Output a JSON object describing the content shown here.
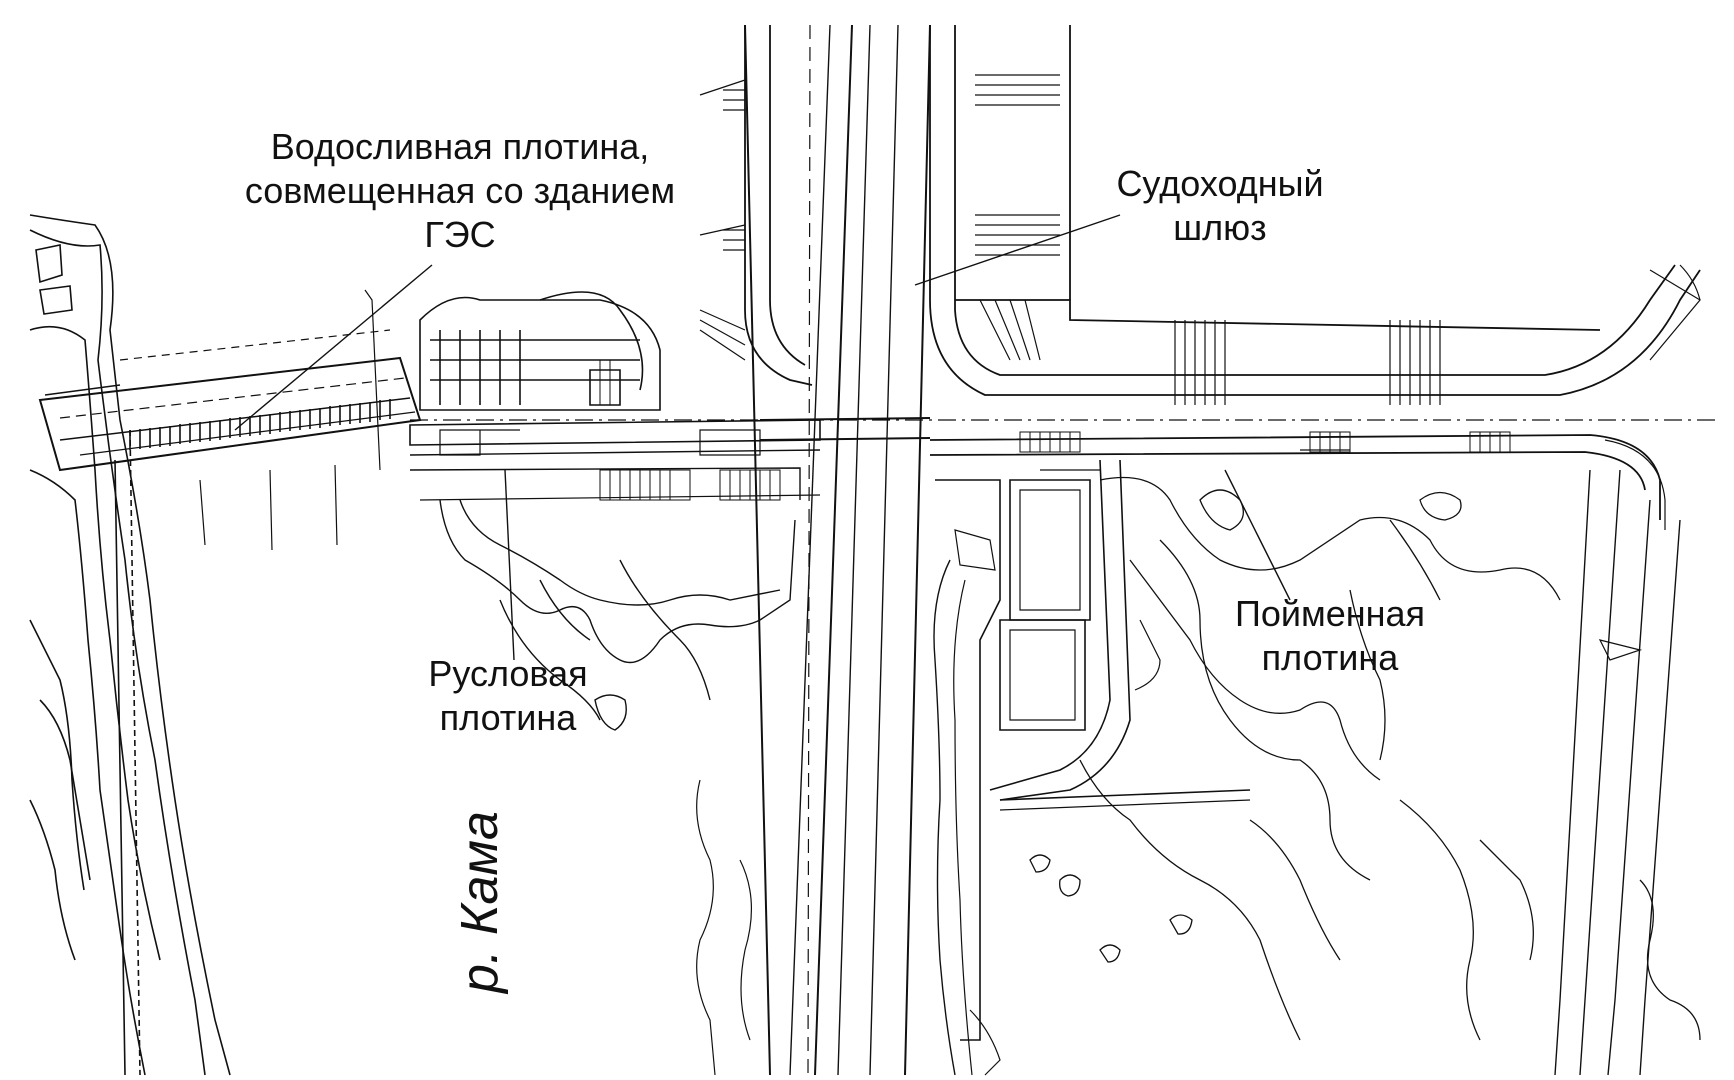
{
  "labels": {
    "spillway_line1": "Водосливная плотина,",
    "spillway_line2": "совмещенная со зданием",
    "spillway_line3": "ГЭС",
    "lock_line1": "Судоходный",
    "lock_line2": "шлюз",
    "channel_dam_line1": "Русловая",
    "channel_dam_line2": "плотина",
    "floodplain_dam_line1": "Пойменная",
    "floodplain_dam_line2": "плотина",
    "river": "р. Кама"
  },
  "colors": {
    "ink": "#111111",
    "paper": "#ffffff"
  }
}
